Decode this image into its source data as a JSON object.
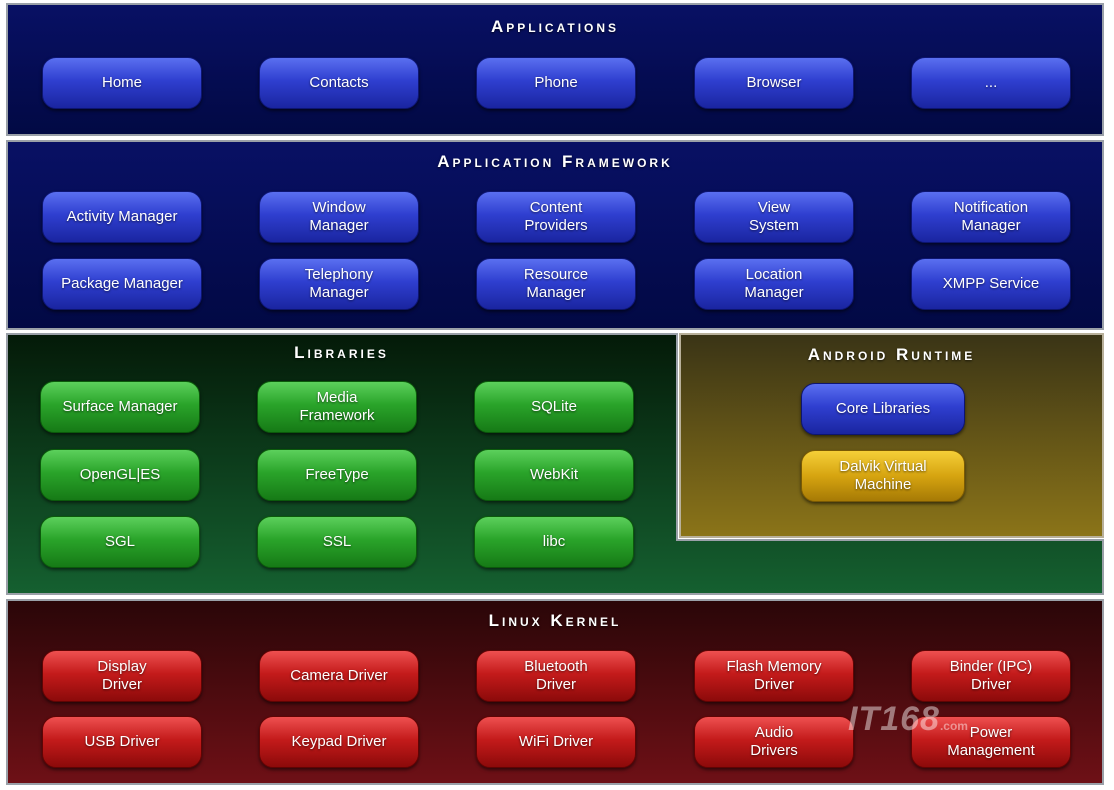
{
  "applications": {
    "title": "Applications",
    "items": [
      "Home",
      "Contacts",
      "Phone",
      "Browser",
      "..."
    ]
  },
  "framework": {
    "title": "Application Framework",
    "items": [
      "Activity Manager",
      "Window\nManager",
      "Content\nProviders",
      "View\nSystem",
      "Notification\nManager",
      "Package Manager",
      "Telephony\nManager",
      "Resource\nManager",
      "Location\nManager",
      "XMPP Service"
    ]
  },
  "libraries": {
    "title": "Libraries",
    "items": [
      "Surface Manager",
      "Media\nFramework",
      "SQLite",
      "OpenGL|ES",
      "FreeType",
      "WebKit",
      "SGL",
      "SSL",
      "libc"
    ]
  },
  "runtime": {
    "title": "Android Runtime",
    "items": [
      "Core Libraries",
      "Dalvik Virtual\nMachine"
    ]
  },
  "kernel": {
    "title": "Linux Kernel",
    "items": [
      "Display\nDriver",
      "Camera Driver",
      "Bluetooth\nDriver",
      "Flash Memory\nDriver",
      "Binder (IPC)\nDriver",
      "USB Driver",
      "Keypad Driver",
      "WiFi Driver",
      "Audio\nDrivers",
      "Power\nManagement"
    ]
  },
  "watermark": {
    "logo": "IT168",
    "suffix": ".com"
  },
  "colors": {
    "blue_layer": "#020944",
    "green_layer": "#0f4a1e",
    "runtime_layer": "#8b7418",
    "kernel_layer": "#6e1016"
  }
}
